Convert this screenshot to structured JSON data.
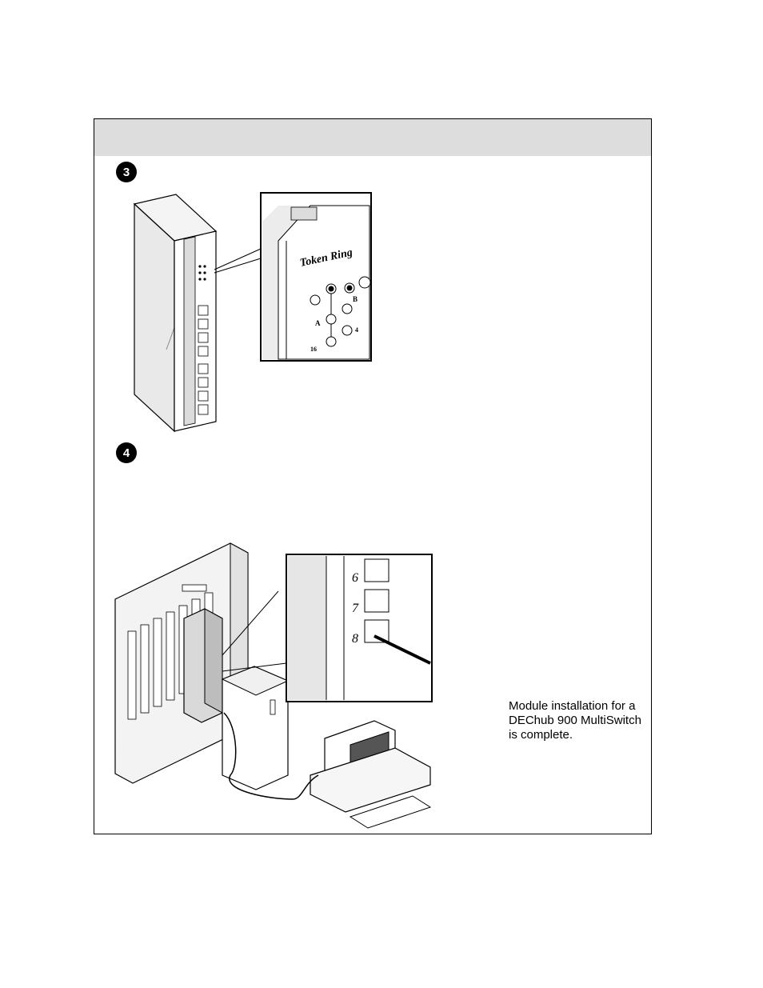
{
  "steps": {
    "step3": {
      "number": "3"
    },
    "step4": {
      "number": "4"
    }
  },
  "detail_zoom": {
    "panel_label": "Token Ring",
    "led_labels": {
      "a": "A",
      "b": "B",
      "speed_16": "16",
      "speed_4": "4"
    }
  },
  "port_zoom": {
    "port_numbers": [
      "6",
      "7",
      "8"
    ]
  },
  "caption": {
    "line1": "Module installation for a",
    "line2": "DEChub 900 MultiSwitch",
    "line3": "is complete."
  }
}
